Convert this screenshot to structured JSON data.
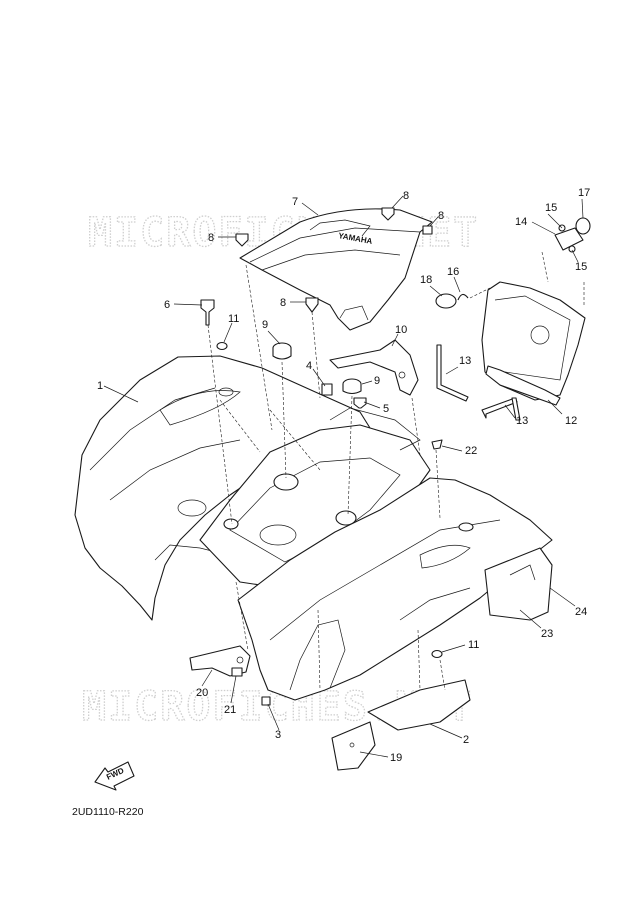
{
  "watermark": "MICROFICHES.NET",
  "diagram_code": "2UD1110-R220",
  "fwd_label": "FWD",
  "emblem_text": "YAMAHA",
  "callouts": {
    "c1": "1",
    "c2": "2",
    "c3": "3",
    "c4": "4",
    "c5": "5",
    "c6": "6",
    "c7": "7",
    "c8a": "8",
    "c8b": "8",
    "c8c": "8",
    "c8d": "8",
    "c9a": "9",
    "c9b": "9",
    "c10": "10",
    "c11a": "11",
    "c11b": "11",
    "c12": "12",
    "c13a": "13",
    "c13b": "13",
    "c14": "14",
    "c15a": "15",
    "c15b": "15",
    "c16": "16",
    "c17": "17",
    "c18": "18",
    "c19": "19",
    "c20": "20",
    "c21": "21",
    "c22": "22",
    "c23": "23",
    "c24": "24"
  }
}
